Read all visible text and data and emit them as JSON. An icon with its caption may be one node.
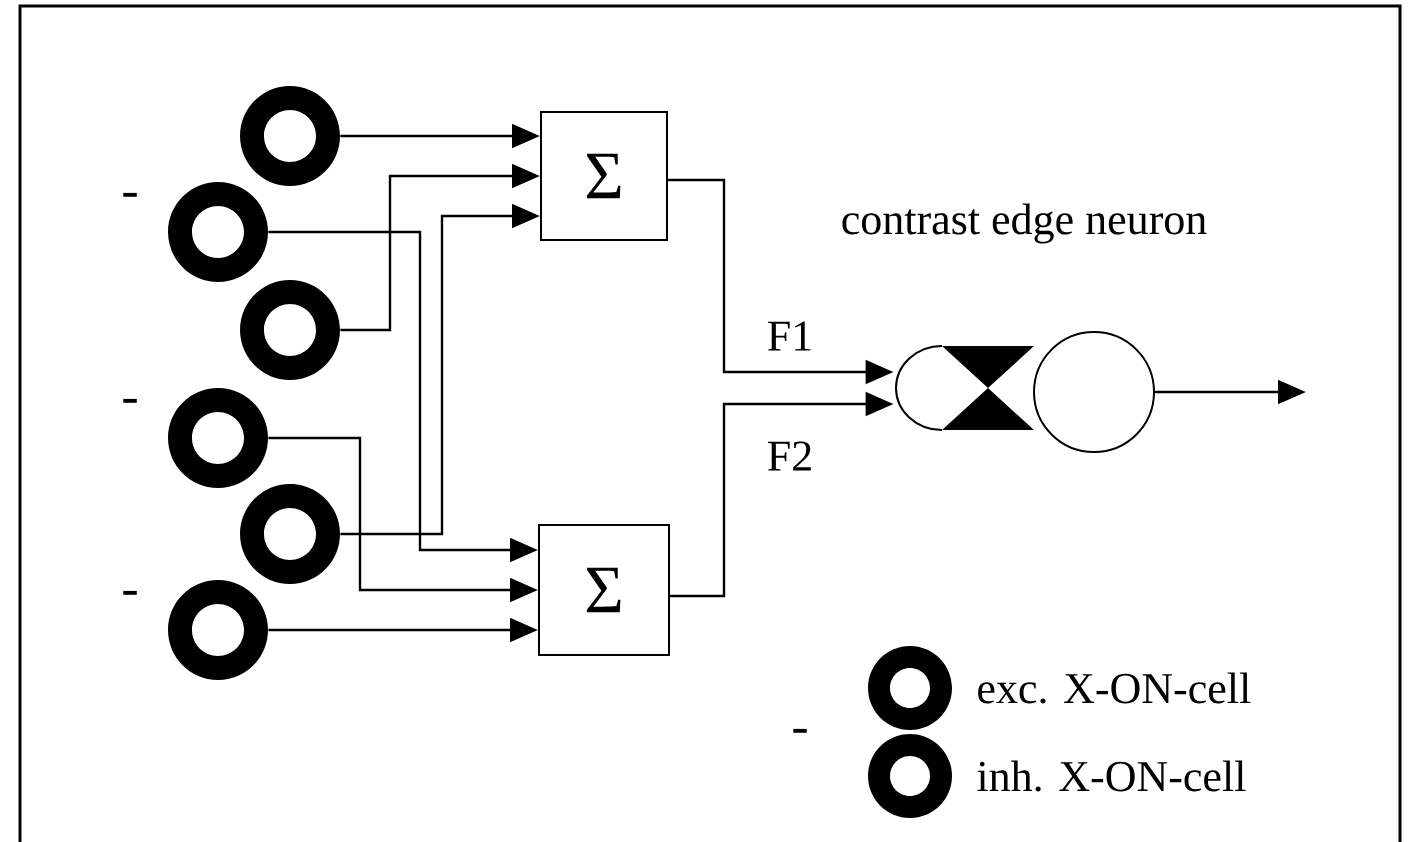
{
  "diagram": {
    "nodes": [
      {
        "text": [],
        "shape": "circle"
      },
      {
        "text": [
          "-"
        ]
      },
      {
        "text": [],
        "shape": "circle"
      },
      {
        "text": [
          "-"
        ]
      },
      {
        "text": [],
        "shape": "circle"
      },
      {
        "text": [
          "-"
        ]
      },
      {
        "text": [
          "Σ"
        ]
      },
      {
        "text": [
          "Σ"
        ]
      },
      {
        "text": [],
        "shape": "picture",
        "beside": [
          "contrast edge neuron"
        ]
      }
    ],
    "edges": [
      {
        "from": 0,
        "to": 6,
        "arrow": "to"
      },
      {
        "from": 2,
        "to": 6,
        "arrow": "to"
      },
      {
        "from": 4,
        "to": 6,
        "arrow": "to"
      },
      {
        "from": 1,
        "to": 7,
        "arrow": "to"
      },
      {
        "from": 3,
        "to": 7,
        "arrow": "to"
      },
      {
        "from": 5,
        "to": 7,
        "arrow": "to"
      },
      {
        "from": 6,
        "to": 8,
        "arrow": "to",
        "label": "F1"
      },
      {
        "from": 7,
        "to": 8,
        "arrow": "to",
        "label": "F2"
      },
      {
        "from": 8,
        "to": null,
        "arrow": "to"
      }
    ],
    "labels": [
      "-"
    ],
    "legend": [
      {
        "text": "exc. X-ON-cell"
      },
      {
        "text": "inh. X-ON-cell"
      }
    ]
  }
}
